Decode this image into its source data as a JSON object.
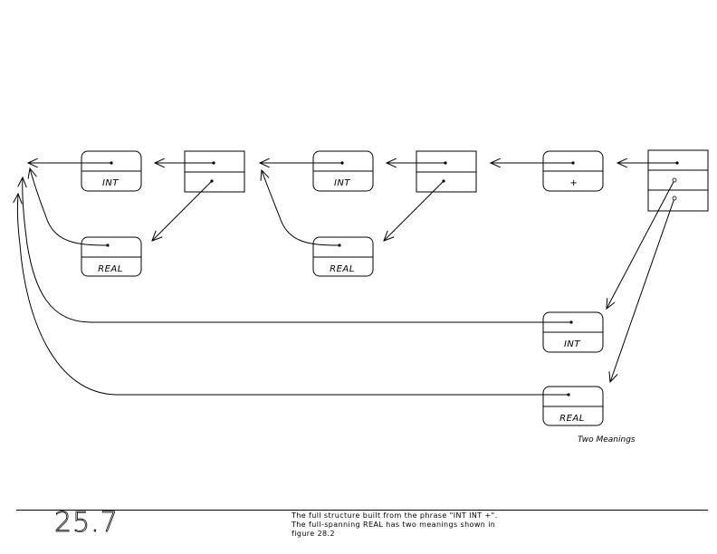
{
  "diagram": {
    "nodes": [
      {
        "id": "int-1",
        "label": "INT"
      },
      {
        "id": "real-1",
        "label": "REAL"
      },
      {
        "id": "int-2",
        "label": "INT"
      },
      {
        "id": "real-2",
        "label": "REAL"
      },
      {
        "id": "plus",
        "label": "+"
      },
      {
        "id": "int-3",
        "label": "INT"
      },
      {
        "id": "real-3",
        "label": "REAL"
      }
    ],
    "annotation": "Two Meanings"
  },
  "footer": {
    "figure_number": "25.7",
    "caption_lines": [
      "The full structure built from the phrase \"INT INT +\".",
      "The full-spanning REAL has two meanings shown in",
      "figure 28.2"
    ]
  }
}
